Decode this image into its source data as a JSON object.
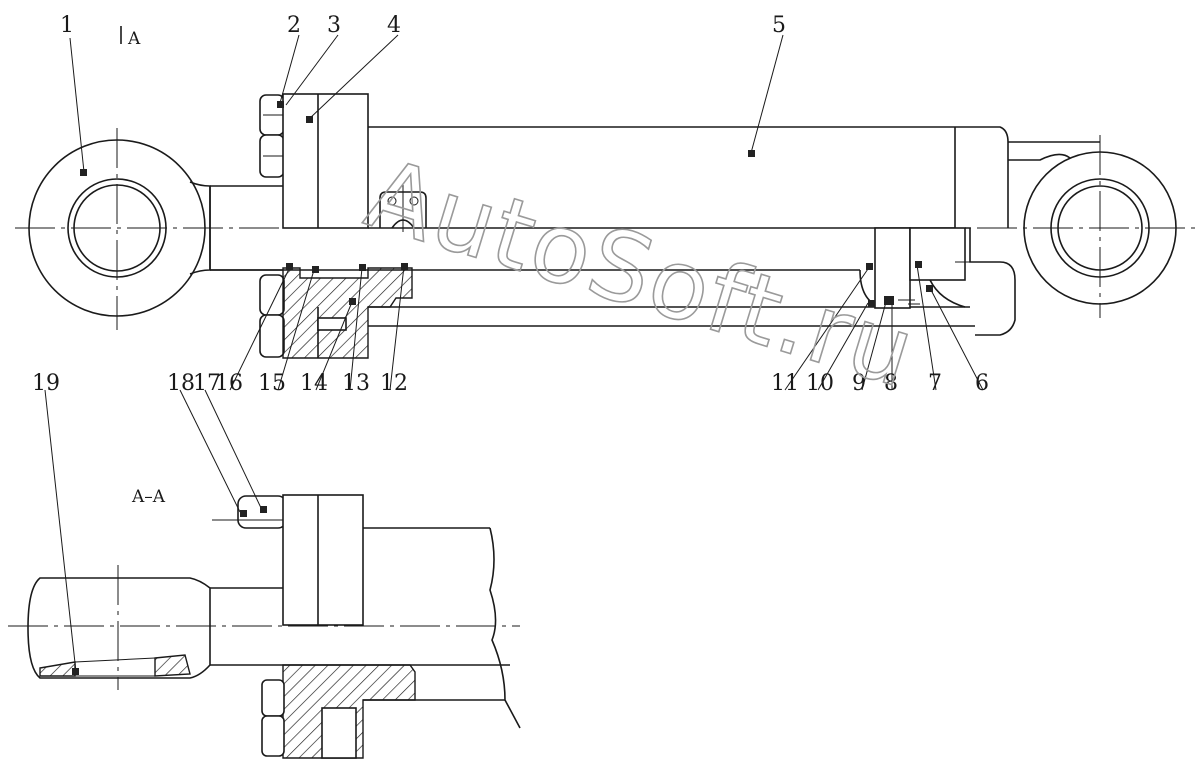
{
  "section_label_top": "A",
  "section_label_bottom": "A–A",
  "watermark": "AutoSoft.ru",
  "callouts": [
    {
      "id": "c1",
      "label": "1"
    },
    {
      "id": "c2",
      "label": "2"
    },
    {
      "id": "c3",
      "label": "3"
    },
    {
      "id": "c4",
      "label": "4"
    },
    {
      "id": "c5",
      "label": "5"
    },
    {
      "id": "c6",
      "label": "6"
    },
    {
      "id": "c7",
      "label": "7"
    },
    {
      "id": "c8",
      "label": "8"
    },
    {
      "id": "c9",
      "label": "9"
    },
    {
      "id": "c10",
      "label": "10"
    },
    {
      "id": "c11",
      "label": "11"
    },
    {
      "id": "c12",
      "label": "12"
    },
    {
      "id": "c13",
      "label": "13"
    },
    {
      "id": "c14",
      "label": "14"
    },
    {
      "id": "c15",
      "label": "15"
    },
    {
      "id": "c16",
      "label": "16"
    },
    {
      "id": "c17",
      "label": "17"
    },
    {
      "id": "c18",
      "label": "18"
    },
    {
      "id": "c19",
      "label": "19"
    }
  ]
}
